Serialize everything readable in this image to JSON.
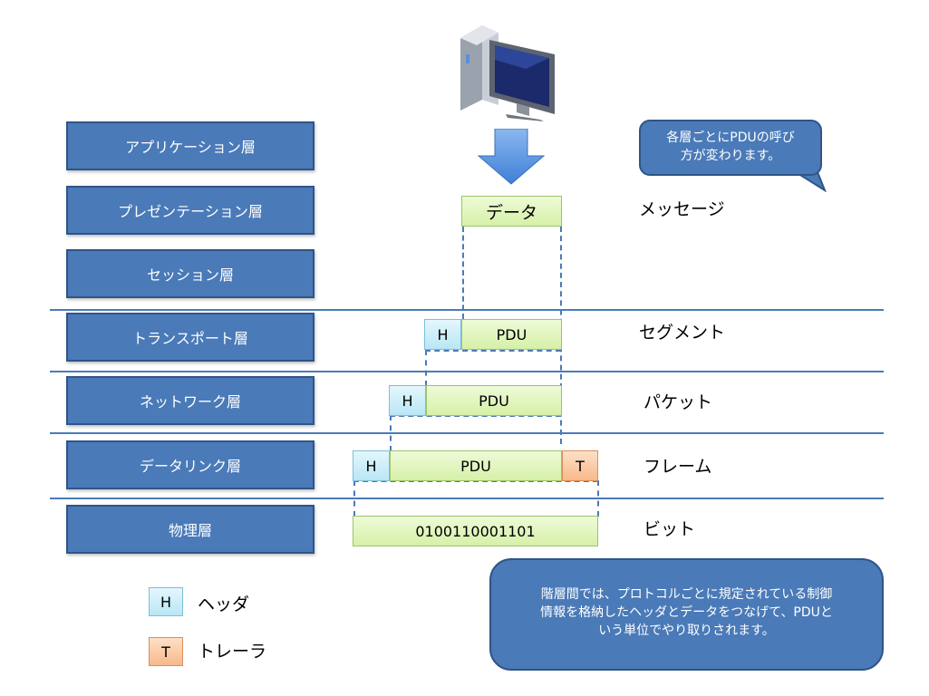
{
  "layers": [
    "アプリケーション層",
    "プレゼンテーション層",
    "セッション層",
    "トランスポート層",
    "ネットワーク層",
    "データリンク層",
    "物理層"
  ],
  "pdu_names": {
    "message": "メッセージ",
    "segment": "セグメント",
    "packet": "パケット",
    "frame": "フレーム",
    "bit": "ビット"
  },
  "boxes": {
    "data": "データ",
    "pdu": "PDU",
    "header": "H",
    "trailer": "T",
    "bits": "0100110001101"
  },
  "callout_top": {
    "line1": "各層ごとにPDUの呼び",
    "line2": "方が変わります。"
  },
  "callout_bottom": {
    "line1": "階層間では、プロトコルごとに規定されている制御",
    "line2": "情報を格納したヘッダとデータをつなげて、PDUと",
    "line3": "いう単位でやり取りされます。"
  },
  "legend": {
    "h_key": "H",
    "h_label": "ヘッダ",
    "t_key": "T",
    "t_label": "トレーラ"
  },
  "icons": [
    "computer-icon",
    "down-arrow-icon"
  ],
  "colors": {
    "layer_fill": "#4a7ab8",
    "data_fill": "#d6f0a8",
    "header_fill": "#b9e6f5",
    "trailer_fill": "#f7b98a"
  }
}
